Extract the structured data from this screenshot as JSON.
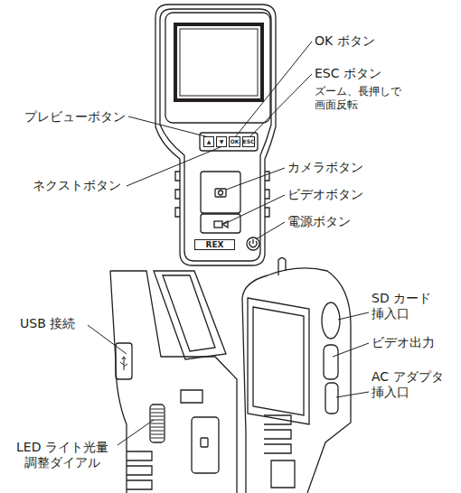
{
  "diagram": {
    "nodes": [
      {
        "text": [
          "▲"
        ]
      },
      {
        "text": [
          "▼"
        ]
      },
      {
        "text": [
          "OK"
        ]
      },
      {
        "text": [
          "ESC"
        ]
      },
      {
        "text": [
          "REX"
        ]
      }
    ],
    "labels": [
      "OK ボタン",
      "ESC ボタン",
      "ズーム、長押しで 画面反転",
      "プレビューボタン",
      "ネクストボタン",
      "カメラボタン",
      "ビデオボタン",
      "電源ボタン",
      "USB 接続",
      "SD カード 挿入口",
      "ビデオ出力",
      "AC アダプタ 挿入口",
      "LED ライト光量 調整ダイアル"
    ]
  }
}
